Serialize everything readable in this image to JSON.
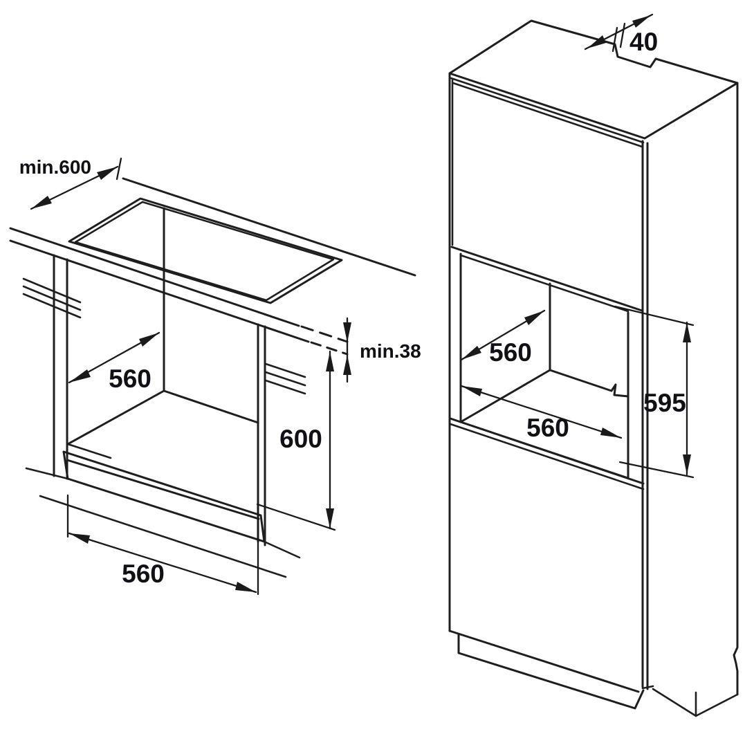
{
  "diagram": {
    "type": "appliance-installation-drawing",
    "colors": {
      "line": "#1e1e1e",
      "text": "#101016",
      "background": "#ffffff"
    },
    "left_view": {
      "dims": {
        "worktop_depth": "min.600",
        "niche_width_top": "560",
        "worktop_thickness": "min.38",
        "niche_height": "600",
        "niche_width_bottom": "560"
      }
    },
    "right_view": {
      "dims": {
        "rear_vent_gap": "40",
        "niche_depth": "560",
        "niche_width": "560",
        "niche_height": "595"
      }
    }
  }
}
